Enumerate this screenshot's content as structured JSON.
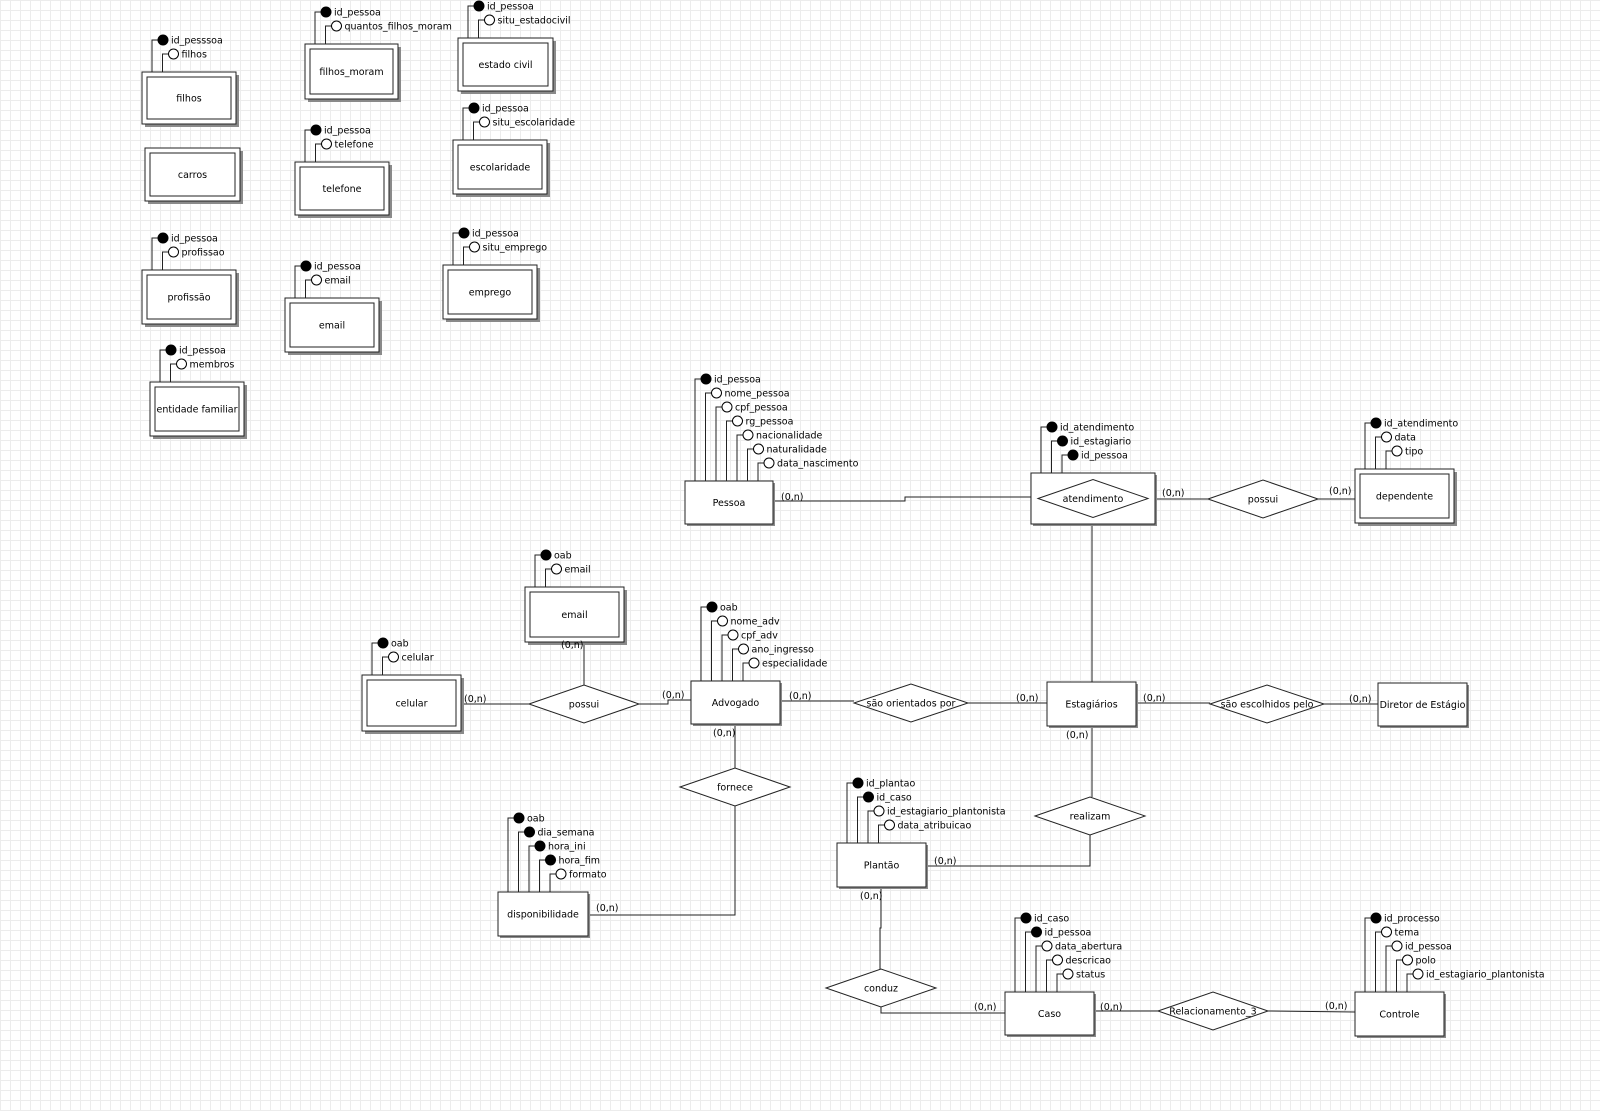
{
  "entities": [
    {
      "id": "filhos",
      "label": "filhos",
      "weak": true,
      "attrs": [
        {
          "name": "id_pesssoa",
          "key": true
        },
        {
          "name": "filhos",
          "key": false
        }
      ]
    },
    {
      "id": "filhos_moram",
      "label": "filhos_moram",
      "weak": true,
      "attrs": [
        {
          "name": "id_pessoa",
          "key": true
        },
        {
          "name": "quantos_filhos_moram",
          "key": false
        }
      ]
    },
    {
      "id": "estado_civil",
      "label": "estado civil",
      "weak": true,
      "attrs": [
        {
          "name": "id_pessoa",
          "key": true
        },
        {
          "name": "situ_estadocivil",
          "key": false
        }
      ]
    },
    {
      "id": "carros",
      "label": "carros",
      "weak": true,
      "attrs": []
    },
    {
      "id": "telefone",
      "label": "telefone",
      "weak": true,
      "attrs": [
        {
          "name": "id_pessoa",
          "key": true
        },
        {
          "name": "telefone",
          "key": false
        }
      ]
    },
    {
      "id": "escolaridade",
      "label": "escolaridade",
      "weak": true,
      "attrs": [
        {
          "name": "id_pessoa",
          "key": true
        },
        {
          "name": "situ_escolaridade",
          "key": false
        }
      ]
    },
    {
      "id": "profissao",
      "label": "profissão",
      "weak": true,
      "attrs": [
        {
          "name": "id_pessoa",
          "key": true
        },
        {
          "name": "profissao",
          "key": false
        }
      ]
    },
    {
      "id": "email_p",
      "label": "email",
      "weak": true,
      "attrs": [
        {
          "name": "id_pessoa",
          "key": true
        },
        {
          "name": "email",
          "key": false
        }
      ]
    },
    {
      "id": "emprego",
      "label": "emprego",
      "weak": true,
      "attrs": [
        {
          "name": "id_pessoa",
          "key": true
        },
        {
          "name": "situ_emprego",
          "key": false
        }
      ]
    },
    {
      "id": "entidade_familiar",
      "label": "entidade familiar",
      "weak": true,
      "attrs": [
        {
          "name": "id_pessoa",
          "key": true
        },
        {
          "name": "membros",
          "key": false
        }
      ]
    },
    {
      "id": "pessoa",
      "label": "Pessoa",
      "weak": false,
      "attrs": [
        {
          "name": "id_pessoa",
          "key": true
        },
        {
          "name": "nome_pessoa",
          "key": false
        },
        {
          "name": "cpf_pessoa",
          "key": false
        },
        {
          "name": "rg_pessoa",
          "key": false
        },
        {
          "name": "nacionalidade",
          "key": false
        },
        {
          "name": "naturalidade",
          "key": false
        },
        {
          "name": "data_nascimento",
          "key": false
        }
      ]
    },
    {
      "id": "atendimento",
      "label": "atendimento",
      "weak": false,
      "assoc": true,
      "attrs": [
        {
          "name": "id_atendimento",
          "key": true
        },
        {
          "name": "id_estagiario",
          "key": true
        },
        {
          "name": "id_pessoa",
          "key": true
        }
      ]
    },
    {
      "id": "dependente",
      "label": "dependente",
      "weak": true,
      "attrs": [
        {
          "name": "id_atendimento",
          "key": true
        },
        {
          "name": "data",
          "key": false
        },
        {
          "name": "tipo",
          "key": false
        }
      ]
    },
    {
      "id": "email_adv",
      "label": "email",
      "weak": true,
      "attrs": [
        {
          "name": "oab",
          "key": true
        },
        {
          "name": "email",
          "key": false
        }
      ]
    },
    {
      "id": "celular",
      "label": "celular",
      "weak": true,
      "attrs": [
        {
          "name": "oab",
          "key": true
        },
        {
          "name": "celular",
          "key": false
        }
      ]
    },
    {
      "id": "advogado",
      "label": "Advogado",
      "weak": false,
      "attrs": [
        {
          "name": "oab",
          "key": true
        },
        {
          "name": "nome_adv",
          "key": false
        },
        {
          "name": "cpf_adv",
          "key": false
        },
        {
          "name": "ano_ingresso",
          "key": false
        },
        {
          "name": "especialidade",
          "key": false
        }
      ]
    },
    {
      "id": "estagiarios",
      "label": "Estagiários",
      "weak": false,
      "attrs": []
    },
    {
      "id": "diretor",
      "label": "Diretor de Estágio",
      "weak": false,
      "attrs": []
    },
    {
      "id": "disponibilidade",
      "label": "disponibilidade",
      "weak": false,
      "attrs": [
        {
          "name": "oab",
          "key": true
        },
        {
          "name": "dia_semana",
          "key": true
        },
        {
          "name": "hora_ini",
          "key": true
        },
        {
          "name": "hora_fim",
          "key": true
        },
        {
          "name": "formato",
          "key": false
        }
      ]
    },
    {
      "id": "plantao",
      "label": "Plantão",
      "weak": false,
      "attrs": [
        {
          "name": "id_plantao",
          "key": true
        },
        {
          "name": "id_caso",
          "key": true
        },
        {
          "name": "id_estagiario_plantonista",
          "key": false
        },
        {
          "name": "data_atribuicao",
          "key": false
        }
      ]
    },
    {
      "id": "caso",
      "label": "Caso",
      "weak": false,
      "attrs": [
        {
          "name": "id_caso",
          "key": true
        },
        {
          "name": "id_pessoa",
          "key": true
        },
        {
          "name": "data_abertura",
          "key": false
        },
        {
          "name": "descricao",
          "key": false
        },
        {
          "name": "status",
          "key": false
        }
      ]
    },
    {
      "id": "controle",
      "label": "Controle",
      "weak": false,
      "attrs": [
        {
          "name": "id_processo",
          "key": true
        },
        {
          "name": "tema",
          "key": false
        },
        {
          "name": "id_pessoa",
          "key": false
        },
        {
          "name": "polo",
          "key": false
        },
        {
          "name": "id_estagiario_plantonista",
          "key": false
        }
      ]
    }
  ],
  "relationships": [
    {
      "id": "possui_dep",
      "label": "possui"
    },
    {
      "id": "possui_adv",
      "label": "possui"
    },
    {
      "id": "orientados",
      "label": "são orientados por"
    },
    {
      "id": "escolhidos",
      "label": "são escolhidos pelo"
    },
    {
      "id": "fornece",
      "label": "fornece"
    },
    {
      "id": "realizam",
      "label": "realizam"
    },
    {
      "id": "conduz",
      "label": "conduz"
    },
    {
      "id": "relac3",
      "label": "Relacionamento_3"
    }
  ],
  "cardinalities": [
    {
      "id": "c_pessoa",
      "text": "(0,n)"
    },
    {
      "id": "c_atend_possui",
      "text": "(0,n)"
    },
    {
      "id": "c_dep",
      "text": "(0,n)"
    },
    {
      "id": "c_email_adv",
      "text": "(0,n)"
    },
    {
      "id": "c_celular",
      "text": "(0,n)"
    },
    {
      "id": "c_adv_possui",
      "text": "(0,n)"
    },
    {
      "id": "c_adv_orient",
      "text": "(0,n)"
    },
    {
      "id": "c_adv_fornece",
      "text": "(0,n)"
    },
    {
      "id": "c_estag_orient",
      "text": "(0,n)"
    },
    {
      "id": "c_estag_escol",
      "text": "(0,n)"
    },
    {
      "id": "c_diretor",
      "text": "(0,n)"
    },
    {
      "id": "c_estag_real",
      "text": "(0,n)"
    },
    {
      "id": "c_plantao_real",
      "text": "(0,n)"
    },
    {
      "id": "c_plantao_conduz",
      "text": "(0,n)"
    },
    {
      "id": "c_disp",
      "text": "(0,n)"
    },
    {
      "id": "c_caso_conduz",
      "text": "(0,n)"
    },
    {
      "id": "c_caso_rel3",
      "text": "(0,n)"
    },
    {
      "id": "c_controle",
      "text": "(0,n)"
    }
  ]
}
